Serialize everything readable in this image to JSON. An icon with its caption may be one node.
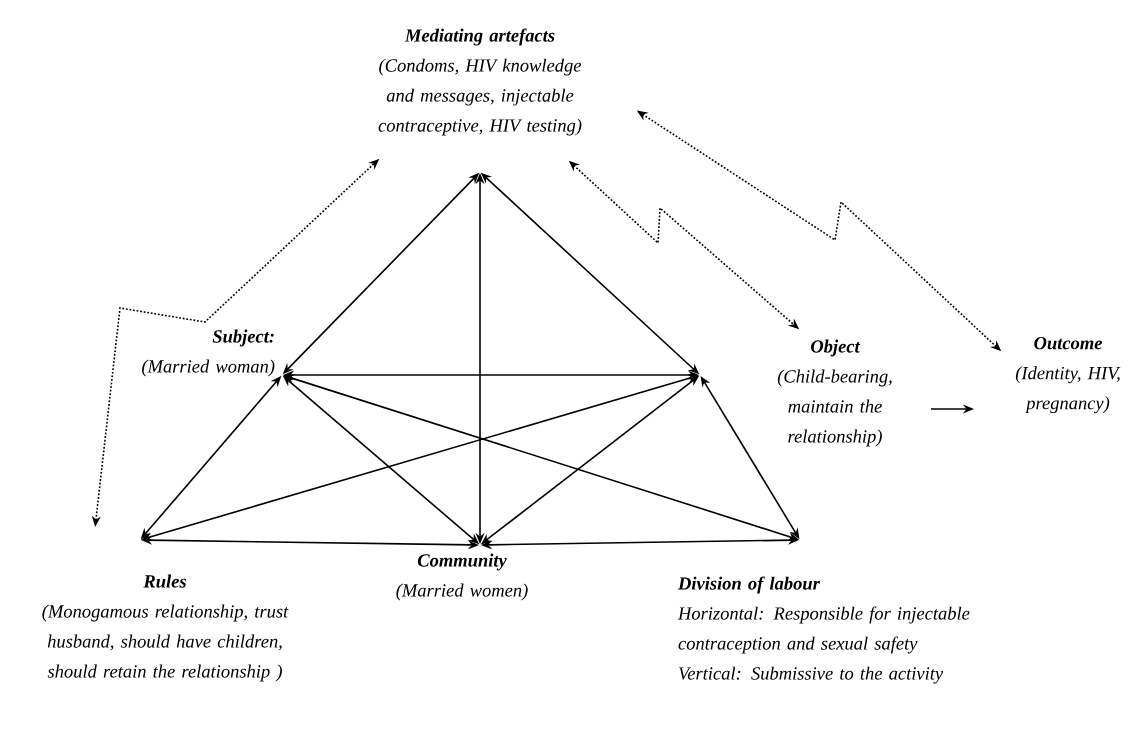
{
  "diagram": {
    "nodes": [
      {
        "text": [
          "Mediating artefacts",
          "(Condoms, HIV knowledge and messages, injectable contraceptive, HIV testing)"
        ]
      },
      {
        "text": [
          "**Subject:** (Married woman)"
        ]
      },
      {
        "text": [
          "Object",
          "(Child-bearing, maintain the relationship)"
        ]
      },
      {
        "text": [
          "Outcome",
          "(Identity, HIV, pregnancy)"
        ]
      },
      {
        "text": [
          "Rules",
          "(Monogamous relationship, trust husband, should have children, should retain the relationship )"
        ]
      },
      {
        "text": [
          "Community",
          "(Married women)"
        ]
      },
      {
        "text": [
          "Division of labour",
          "Horizontal: Responsible for injectable contraception and sexual safety",
          "Vertical: Submissive to the activity"
        ]
      }
    ],
    "edges": [
      {
        "from": 0,
        "to": 1,
        "arrow": "both"
      },
      {
        "from": 0,
        "to": 2,
        "arrow": "both"
      },
      {
        "from": 0,
        "to": 5,
        "arrow": "both"
      },
      {
        "from": 1,
        "to": 2,
        "arrow": "both"
      },
      {
        "from": 1,
        "to": 4,
        "arrow": "both"
      },
      {
        "from": 1,
        "to": 5,
        "arrow": "both"
      },
      {
        "from": 1,
        "to": 6,
        "arrow": "both"
      },
      {
        "from": 2,
        "to": 4,
        "arrow": "both"
      },
      {
        "from": 2,
        "to": 5,
        "arrow": "both"
      },
      {
        "from": 2,
        "to": 6,
        "arrow": "both"
      },
      {
        "from": 4,
        "to": 5,
        "arrow": "both"
      },
      {
        "from": 5,
        "to": 6,
        "arrow": "both"
      },
      {
        "from": 4,
        "to": 0,
        "arrow": "both",
        "style": "dashed"
      },
      {
        "from": 0,
        "to": 2,
        "arrow": "both",
        "style": "dashed"
      },
      {
        "from": 0,
        "to": 3,
        "arrow": "both",
        "style": "dashed"
      },
      {
        "from": 2,
        "to": 3,
        "arrow": "to"
      }
    ]
  }
}
